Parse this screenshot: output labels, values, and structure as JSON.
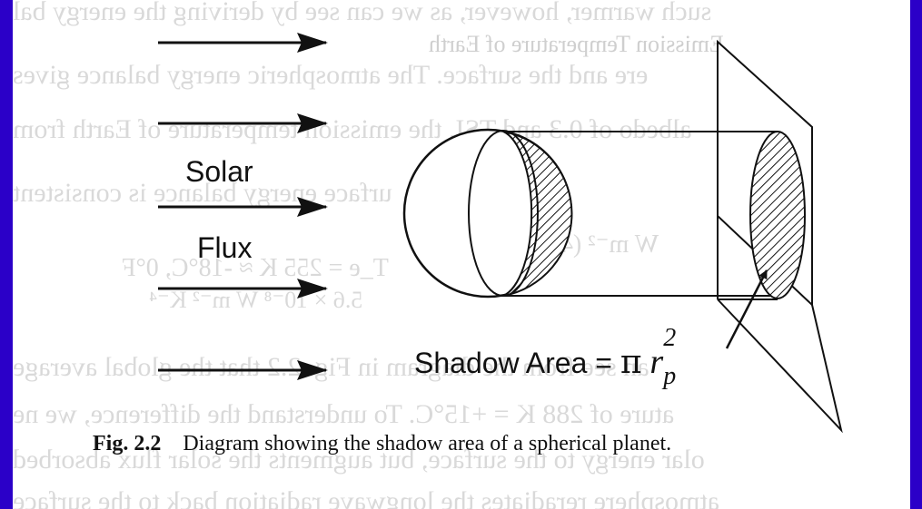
{
  "background_color": "#2b00c8",
  "paper_color": "#ffffff",
  "ink_color": "#111111",
  "bleed_through_text": [
    "such warmer, however, as we can see by deriving the energy bal",
    "Emission Temperature of Earth",
    "ere and the surface. The atmospheric energy balance gives",
    "albedo of 0.3 and TSI, the emission temperature of Earth from",
    "urface energy balance is consistent",
    "W m⁻² (4)(0.3)",
    "T_e = 255 K ≈ -18°C, 0°F",
    "5.6 × 10⁻⁸ W m⁻² K⁻⁴",
    "an see from the diagram in Fig. 2.2 that the global average",
    "ature of 288 K = +15°C. To understand the difference, we ne",
    "olar energy to the surface, but augments the solar flux absorbed",
    "atmosphere reradiates the longwave radiation back to the surface"
  ],
  "diagram": {
    "solar_label": "Solar",
    "flux_label": "Flux",
    "shadow_area_text": "Shadow Area =",
    "pi_symbol": "π",
    "radius_symbol": "r",
    "radius_subscript": "p",
    "exponent": "2"
  },
  "caption": {
    "label": "Fig. 2.2",
    "text": "Diagram showing the shadow area of a spherical planet."
  }
}
